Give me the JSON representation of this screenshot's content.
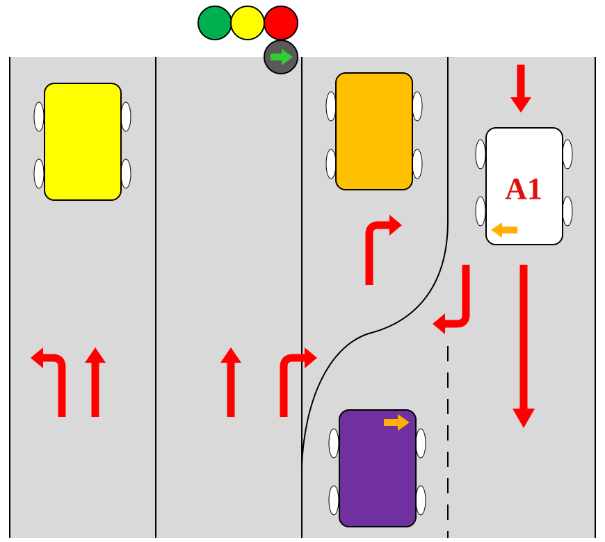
{
  "colors": {
    "road": "#d9d9d9",
    "lane_line": "#000000",
    "arrow_red": "#ff0000",
    "indicator_orange": "#ffb000",
    "signal_green": "#00b050",
    "signal_yellow": "#ffff00",
    "signal_red": "#ff0000",
    "signal_housing": "#595959",
    "signal_arrow_green": "#33cc33",
    "car_yellow": "#ffff00",
    "car_orange": "#ffc000",
    "car_white": "#ffffff",
    "car_purple": "#7030a0",
    "wheel": "#ffffff"
  },
  "traffic_light": {
    "lamps": [
      "green",
      "yellow",
      "red"
    ],
    "turn_signal": "right-arrow"
  },
  "vehicles": [
    {
      "id": "car-yellow",
      "color": "yellow",
      "label": "",
      "indicator": "none"
    },
    {
      "id": "car-orange",
      "color": "orange",
      "label": "",
      "indicator": "none"
    },
    {
      "id": "car-a1",
      "color": "white",
      "label": "A1",
      "indicator": "left"
    },
    {
      "id": "car-purple",
      "color": "purple",
      "label": "",
      "indicator": "right"
    }
  ],
  "lane_markings": [
    "left-turn",
    "straight",
    "straight",
    "right-turn"
  ]
}
